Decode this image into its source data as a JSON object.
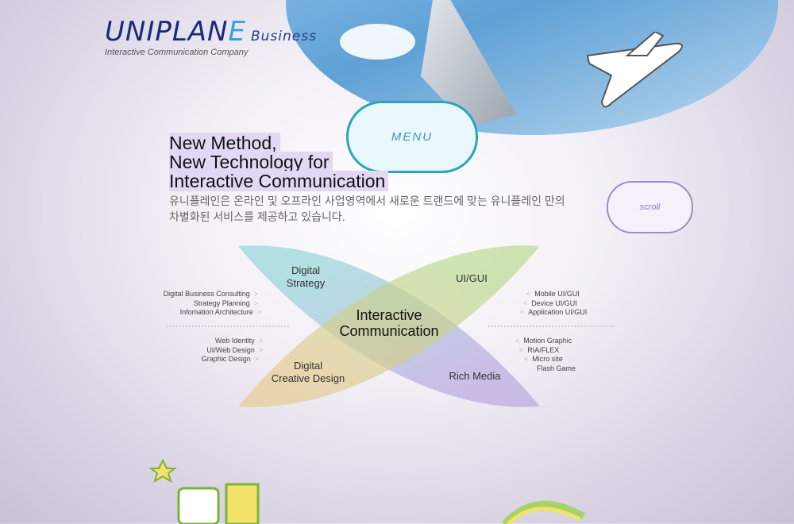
{
  "logo": {
    "brand_main": "UNIPLAN",
    "brand_e": "E",
    "brand_sub": "Business",
    "tagline": "Interactive Communication Company"
  },
  "nav": {
    "menu_label": "MENU",
    "scroll_label": "scroll"
  },
  "headline": [
    "New Method,",
    "New Technology for",
    "Interactive Communication"
  ],
  "description": [
    "유니플레인은 온라인 및 오프라인 사업영역에서 새로운 트랜드에 맞는 유니플레인 만의",
    "차별화된 서비스를 제공하고 있습니다."
  ],
  "diagram": {
    "center": [
      "Interactive",
      "Communication"
    ],
    "quadrants": {
      "top_left": [
        "Digital",
        "Strategy"
      ],
      "top_right": "UI/GUI",
      "bottom_left": [
        "Digital",
        "Creative Design"
      ],
      "bottom_right": "Rich Media"
    },
    "left_top": [
      "Digital Business Consulting",
      "Strategy Planning",
      "Infomation Architecture"
    ],
    "left_bottom": [
      "Web Identity",
      "UI/Web Design",
      "Graphic Design"
    ],
    "right_top": [
      "Mobile UI/GUI",
      "Device UI/GUI",
      "Application UI/GUI"
    ],
    "right_bottom": [
      "Motion Graphic",
      "RIA/FLEX",
      "Micro site",
      "Flash Game"
    ],
    "arrow_right": ">",
    "arrow_left": "<"
  },
  "colors": {
    "cyan": "#8fd3d6",
    "green": "#b7d98a",
    "orange": "#e6c98a",
    "purple": "#b7a3dd"
  }
}
